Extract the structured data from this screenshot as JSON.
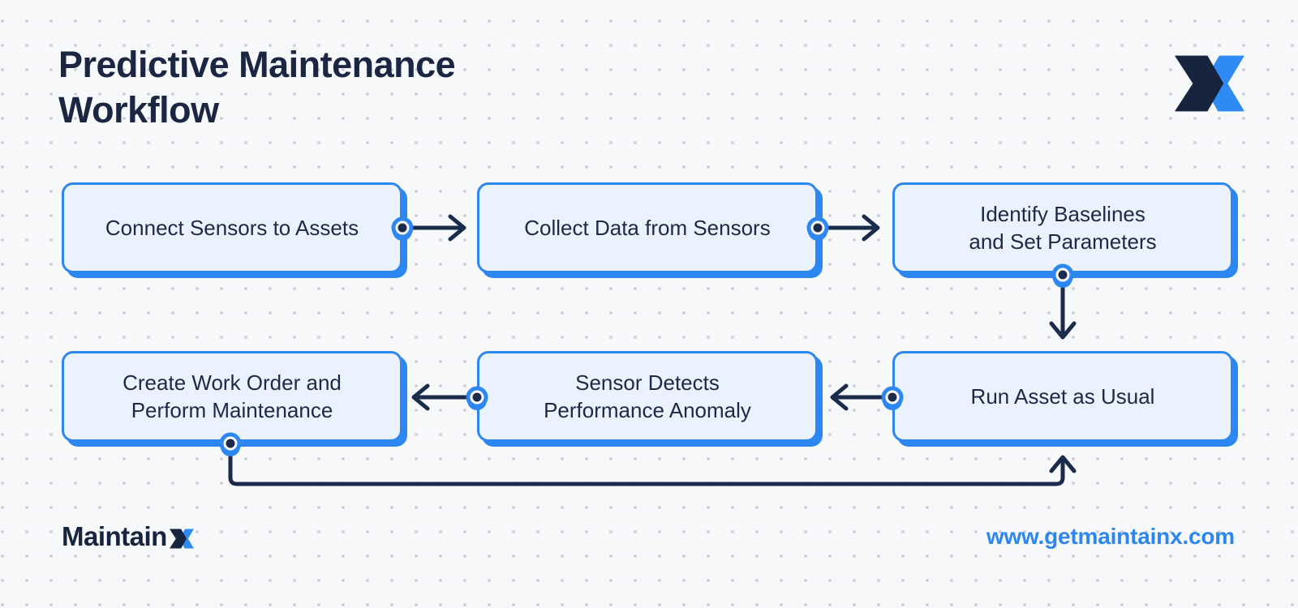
{
  "header": {
    "title": "Predictive Maintenance\nWorkflow"
  },
  "diagram": {
    "nodes": [
      {
        "id": "connect-sensors",
        "lines": [
          "Connect Sensors to Assets"
        ]
      },
      {
        "id": "collect-data",
        "lines": [
          "Collect Data from Sensors"
        ]
      },
      {
        "id": "identify-baselines",
        "lines": [
          "Identify Baselines",
          "and Set Parameters"
        ]
      },
      {
        "id": "create-work-order",
        "lines": [
          "Create Work Order and",
          "Perform Maintenance"
        ]
      },
      {
        "id": "sensor-detects",
        "lines": [
          "Sensor Detects",
          "Performance Anomaly"
        ]
      },
      {
        "id": "run-asset",
        "lines": [
          "Run Asset as Usual"
        ]
      }
    ],
    "edges": [
      {
        "from": "connect-sensors",
        "to": "collect-data",
        "direction": "right"
      },
      {
        "from": "collect-data",
        "to": "identify-baselines",
        "direction": "right"
      },
      {
        "from": "identify-baselines",
        "to": "run-asset",
        "direction": "down"
      },
      {
        "from": "run-asset",
        "to": "sensor-detects",
        "direction": "left"
      },
      {
        "from": "sensor-detects",
        "to": "create-work-order",
        "direction": "left"
      },
      {
        "from": "create-work-order",
        "to": "run-asset",
        "direction": "loop-up"
      }
    ]
  },
  "footer": {
    "brand_text": "Maintain",
    "url": "www.getmaintainx.com"
  },
  "colors": {
    "accent_blue": "#2e86f1",
    "navy": "#16243e",
    "node_fill": "#e9f2fe",
    "node_text": "#1c2a45",
    "background": "#f7f8fa",
    "dot_grid": "#c7c9d0",
    "arrow": "#1b2b4b"
  }
}
